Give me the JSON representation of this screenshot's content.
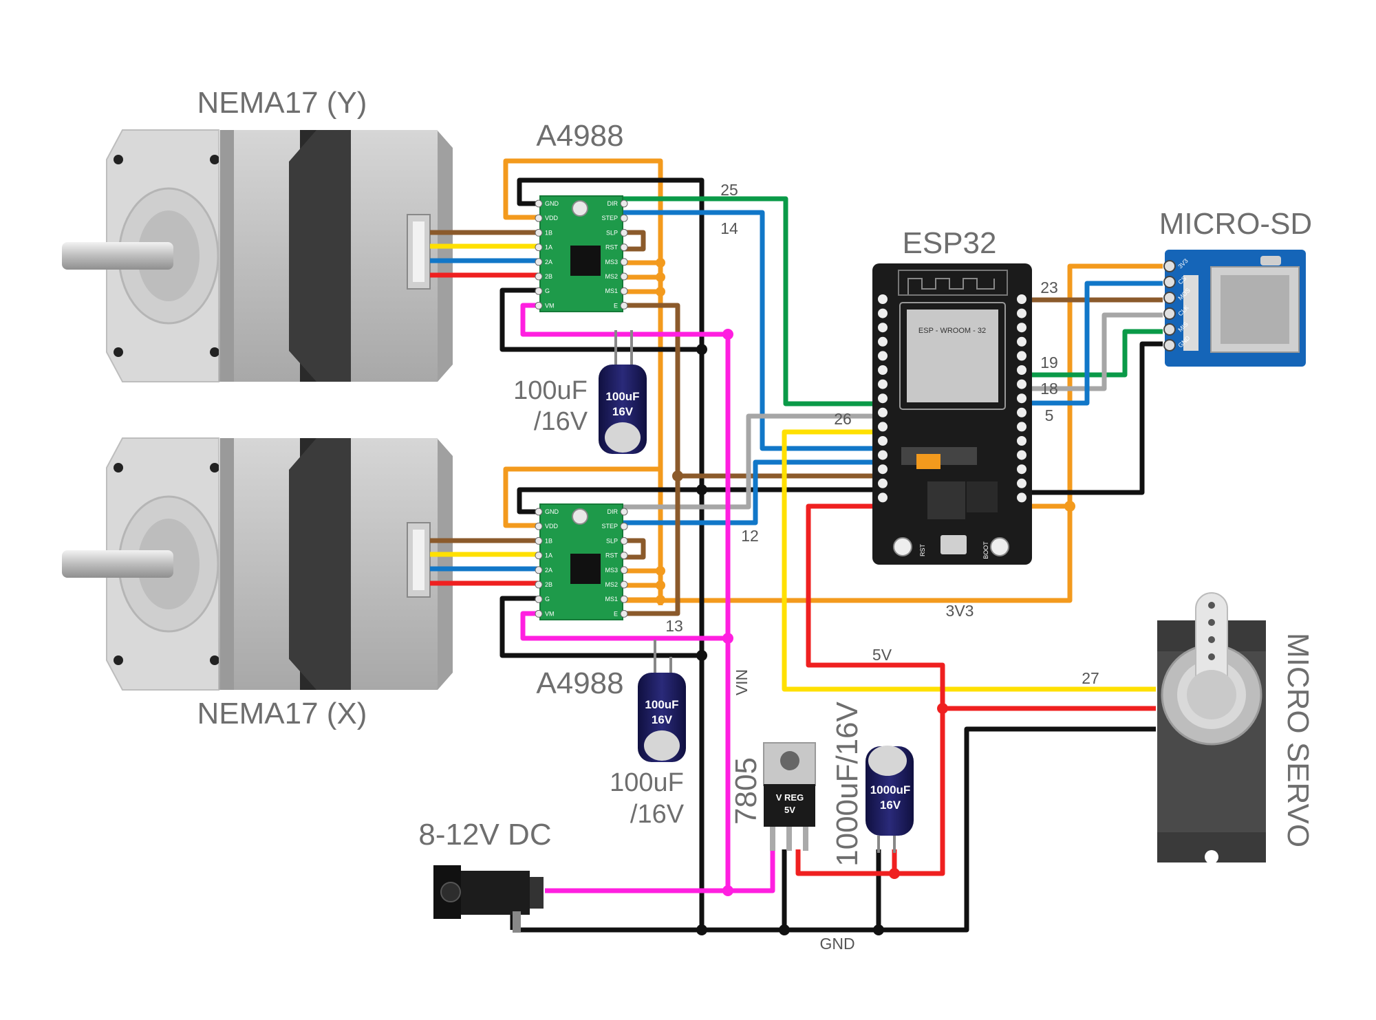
{
  "labels": {
    "motor_y": "NEMA17 (Y)",
    "motor_x": "NEMA17 (X)",
    "driver_top": "A4988",
    "driver_bottom": "A4988",
    "esp": "ESP32",
    "sd": "MICRO-SD",
    "servo": "MICRO SERVO",
    "dc": "8-12V DC",
    "reg": "7805",
    "cap_big": "1000uF/16V",
    "cap_small_top_1": "100uF",
    "cap_small_top_2": "/16V",
    "cap_small_bottom_1": "100uF",
    "cap_small_bottom_2": "/16V"
  },
  "wire_labels": {
    "w25": "25",
    "w14": "14",
    "w26": "26",
    "w12": "12",
    "w13": "13",
    "w23": "23",
    "w19": "19",
    "w18": "18",
    "w5": "5",
    "v3": "3V3",
    "v5": "5V",
    "w27": "27",
    "vin": "VIN",
    "gnd": "GND"
  },
  "components": {
    "cap1_a": "100uF",
    "cap1_b": "16V",
    "cap2_a": "100uF",
    "cap2_b": "16V",
    "cap3_a": "1000uF",
    "cap3_b": "16V",
    "reg_a": "V REG",
    "reg_b": "5V",
    "esp_module": "ESP - WROOM - 32",
    "esp_rst": "RST",
    "esp_boot": "BOOT"
  },
  "a4988_pins": {
    "left": [
      "GND",
      "VDD",
      "1B",
      "1A",
      "2A",
      "2B",
      "G",
      "VM"
    ],
    "right": [
      "DIR",
      "STEP",
      "SLP",
      "RST",
      "MS3",
      "MS2",
      "MS1",
      "E"
    ]
  },
  "sd_pins": [
    "3V3",
    "CS",
    "MOS",
    "CLK",
    "MIS",
    "GND"
  ],
  "colors": {
    "orange": "#f39a1d",
    "black": "#111111",
    "green": "#0a9a48",
    "blue": "#1177c8",
    "brown": "#8b5a2b",
    "yellow": "#ffe000",
    "red": "#ef2020",
    "magenta": "#ff1fe0",
    "gray": "#a6a6a6"
  }
}
